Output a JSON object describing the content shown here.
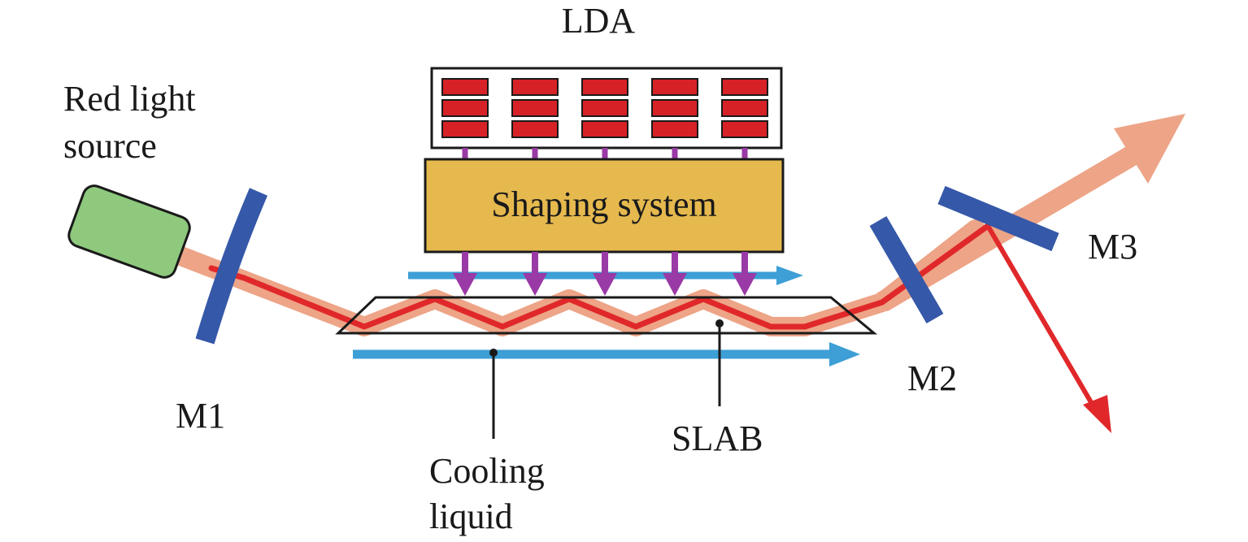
{
  "labels": {
    "lda": "LDA",
    "red_light_source_line1": "Red light",
    "red_light_source_line2": "source",
    "shaping_system": "Shaping system",
    "m1": "M1",
    "m2": "M2",
    "m3": "M3",
    "slab": "SLAB",
    "cooling_liquid_line1": "Cooling",
    "cooling_liquid_line2": "liquid"
  },
  "colors": {
    "laser_core": "#e0282a",
    "laser_halo": "#eda487",
    "mirror": "#3558a8",
    "shaping_box": "#e6b94e",
    "source_box": "#8ec97d",
    "cooling_flow": "#3d9fd6",
    "pump_arrow": "#9a3aa6",
    "diode_bar": "#d62227"
  },
  "lda": {
    "columns": 5,
    "rows": 3
  }
}
